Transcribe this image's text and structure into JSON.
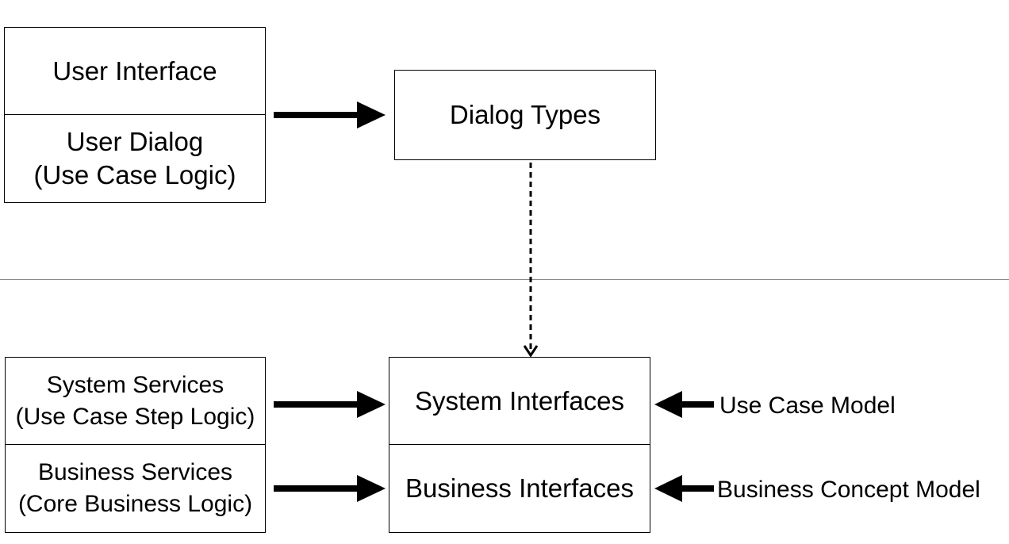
{
  "top": {
    "client_box": {
      "upper": "User Interface",
      "lower": "User Dialog\n(Use Case Logic)"
    },
    "dialog_types": "Dialog Types"
  },
  "bottom": {
    "services_box": {
      "upper": "System Services\n(Use Case Step Logic)",
      "lower": "Business Services\n(Core Business Logic)"
    },
    "interfaces_box": {
      "upper": "System Interfaces",
      "lower": "Business Interfaces"
    },
    "models": {
      "use_case_model": "Use Case Model",
      "business_concept_model": "Business Concept Model"
    }
  },
  "colors": {
    "stroke": "#000000",
    "separator": "#8a8a8a",
    "background": "#ffffff"
  }
}
